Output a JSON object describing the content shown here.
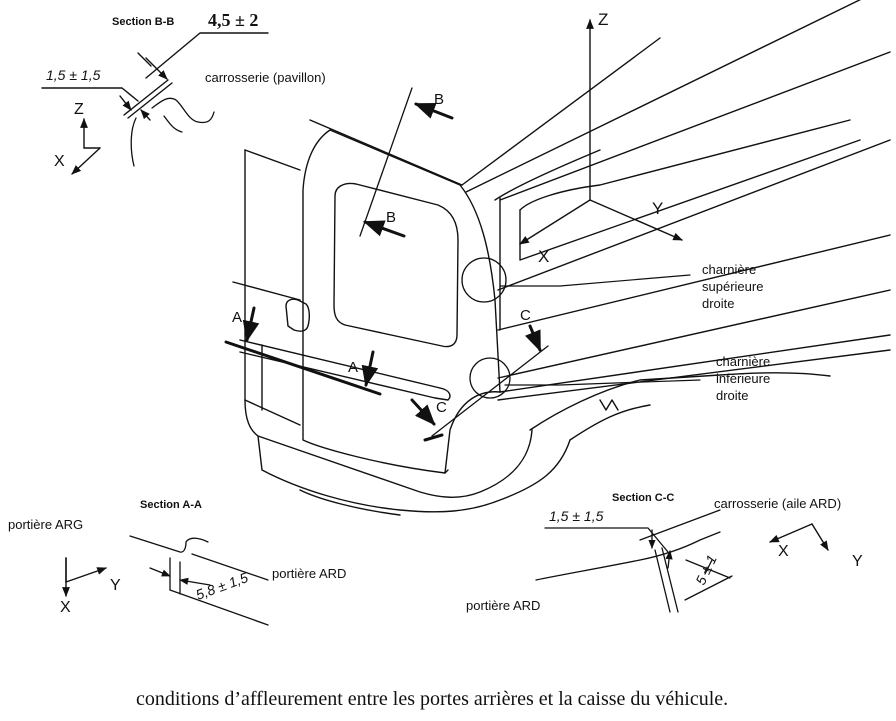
{
  "section_bb": {
    "title": "Section B-B",
    "dim_main": "4,5 ± 2",
    "dim_secondary": "1,5 ± 1,5",
    "label_body": "carrosserie (pavillon)",
    "axis_z": "Z",
    "axis_x": "X"
  },
  "vehicle": {
    "axis_z": "Z",
    "axis_y": "Y",
    "axis_x": "X",
    "marker_b_top": "B",
    "marker_b_window": "B",
    "marker_a_left": "A",
    "marker_a_right": "A",
    "marker_c_lower": "C",
    "marker_c_upper": "C",
    "label_upper_hinge": [
      "charnière",
      "supérieure",
      "droite"
    ],
    "label_lower_hinge": [
      "charnière",
      "inférieure",
      "droite"
    ]
  },
  "section_aa": {
    "title": "Section A-A",
    "label_left_door": "portière ARG",
    "label_right_door": "portière ARD",
    "dim": "5,8 ± 1,5",
    "axis_y": "Y",
    "axis_x": "X"
  },
  "section_cc": {
    "title": "Section C-C",
    "dim_top": "1,5 ± 1,5",
    "dim_side": "5 ± 1",
    "label_body": "carrosserie (aile ARD)",
    "label_door": "portière ARD",
    "axis_x": "X",
    "axis_y": "Y"
  },
  "caption": "conditions d’affleurement entre les portes arrières et la caisse du véhicule."
}
